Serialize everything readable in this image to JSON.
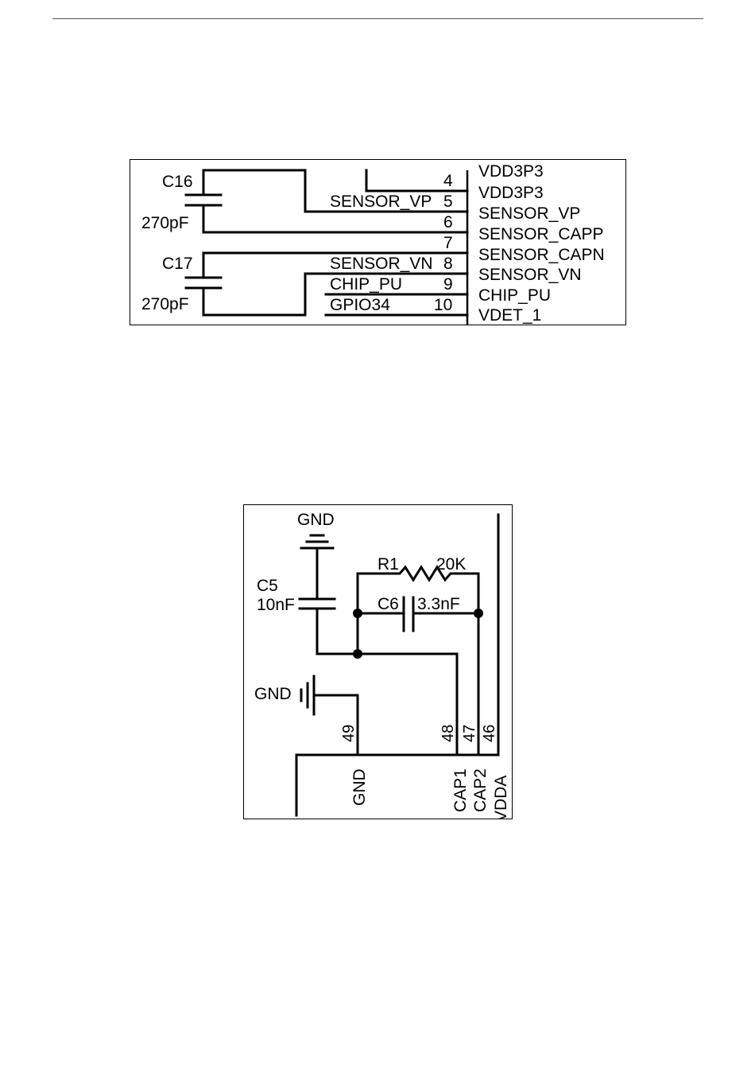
{
  "figure1": {
    "capacitors": [
      {
        "ref": "C16",
        "value": "270pF"
      },
      {
        "ref": "C17",
        "value": "270pF"
      }
    ],
    "nets": {
      "sensor_vp": "SENSOR_VP",
      "sensor_vn": "SENSOR_VN",
      "chip_pu": "CHIP_PU",
      "gpio34": "GPIO34"
    },
    "pins": [
      {
        "number": "4",
        "name": "VDD3P3"
      },
      {
        "number": "5",
        "name": "VDD3P3"
      },
      {
        "number": "6",
        "name": "SENSOR_VP"
      },
      {
        "number": "7",
        "name": "SENSOR_CAPP"
      },
      {
        "number": "8",
        "name": "SENSOR_CAPN"
      },
      {
        "number": "9",
        "name": "SENSOR_VN"
      },
      {
        "number": "10",
        "name": "CHIP_PU"
      }
    ],
    "partial_pin_name": "VDET_1"
  },
  "figure2": {
    "gnd_top": "GND",
    "gnd_left": "GND",
    "c5": {
      "ref": "C5",
      "value": "10nF"
    },
    "r1": {
      "ref": "R1",
      "value": "20K"
    },
    "c6": {
      "ref": "C6",
      "value": "3.3nF"
    },
    "pins": [
      {
        "number": "49",
        "name": "GND"
      },
      {
        "number": "48",
        "name": "CAP1"
      },
      {
        "number": "47",
        "name": "CAP2"
      },
      {
        "number": "46",
        "name": "VDDA"
      }
    ]
  }
}
